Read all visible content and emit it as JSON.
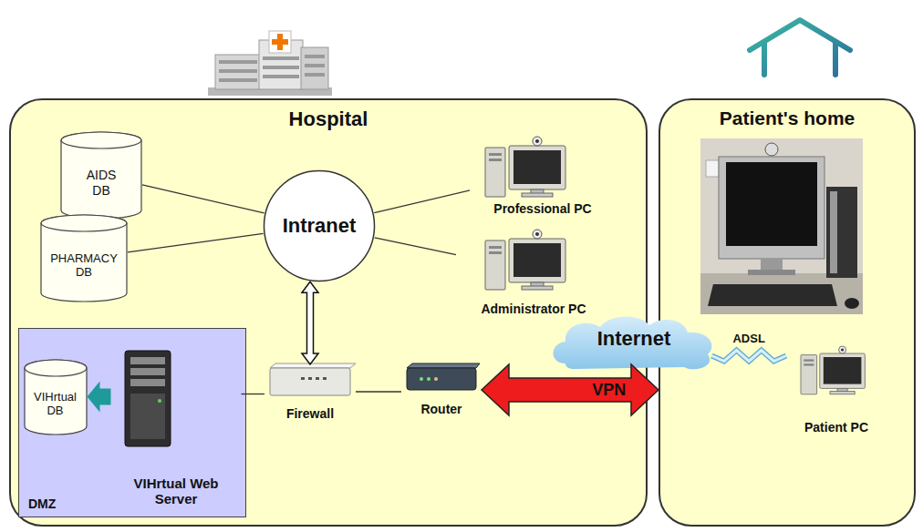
{
  "diagram": {
    "nodes": [
      {
        "text": [
          "Hospital"
        ]
      },
      {
        "text": [
          "AIDS DB"
        ],
        "in": 0
      },
      {
        "text": [
          "PHARMACY DB"
        ],
        "in": 0
      },
      {
        "text": [
          "Intranet"
        ],
        "in": 0
      },
      {
        "text": [
          "Professional PC"
        ],
        "in": 0
      },
      {
        "text": [
          "Administrator PC"
        ],
        "in": 0
      },
      {
        "text": [
          "DMZ"
        ],
        "in": 0
      },
      {
        "text": [
          "VIHrtual DB"
        ],
        "in": 6
      },
      {
        "text": [
          "VIHrtual Web Server"
        ],
        "in": 6
      },
      {
        "text": [
          "Firewall"
        ],
        "in": 0
      },
      {
        "text": [
          "Router"
        ],
        "in": 0
      },
      {
        "text": [
          "Internet"
        ]
      },
      {
        "text": [
          "Patient's home"
        ]
      },
      {
        "text": [
          "Patient PC"
        ],
        "in": 12
      }
    ],
    "edges": [
      {
        "from": 1,
        "to": 3,
        "arrow": "none"
      },
      {
        "from": 2,
        "to": 3,
        "arrow": "none"
      },
      {
        "from": 3,
        "to": 4,
        "arrow": "none"
      },
      {
        "from": 3,
        "to": 5,
        "arrow": "none"
      },
      {
        "from": 3,
        "to": 9,
        "arrow": "both"
      },
      {
        "from": 8,
        "to": 7,
        "arrow": "to"
      },
      {
        "from": 8,
        "to": 9,
        "arrow": "none"
      },
      {
        "from": 9,
        "to": 10,
        "arrow": "none"
      },
      {
        "from": 10,
        "to": 12,
        "label": "VPN",
        "arrow": "both"
      },
      {
        "from": 11,
        "to": 13,
        "label": "ADSL",
        "arrow": "none"
      }
    ]
  }
}
